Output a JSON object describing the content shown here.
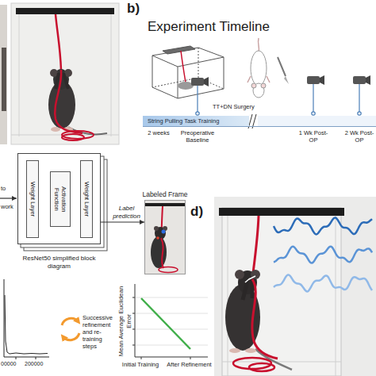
{
  "diagram": {
    "nodes": [
      {
        "text": [
          "String Pulling Task Training"
        ]
      },
      {
        "text": [
          "ResNet50 simplified block diagram"
        ]
      },
      {
        "text": [
          "Weight Layer"
        ],
        "in": 1
      },
      {
        "text": [
          "Activation Function"
        ],
        "in": 1
      },
      {
        "text": [
          "Weight Layer"
        ],
        "in": 1
      },
      {
        "text": [
          "Labeled Frame"
        ]
      }
    ],
    "edges": [
      {
        "from": 2,
        "to": 3,
        "arrow": "to"
      },
      {
        "from": 3,
        "to": 4,
        "arrow": "to"
      },
      {
        "from": 1,
        "to": 5,
        "label": "Label prediction",
        "arrow": "to"
      }
    ],
    "labels": [
      "b)",
      "Experiment Timeline",
      "2 weeks",
      "Preoperative Baseline",
      "TT+DN Surgery",
      "1 Wk Post-OP",
      "2 Wk Post-OP",
      "to",
      "work",
      "Successive refinement and re-training steps",
      "Mean Average Euclidean Error",
      "Initial Training",
      "After Refinement",
      "00000",
      "200000",
      "d)"
    ]
  }
}
